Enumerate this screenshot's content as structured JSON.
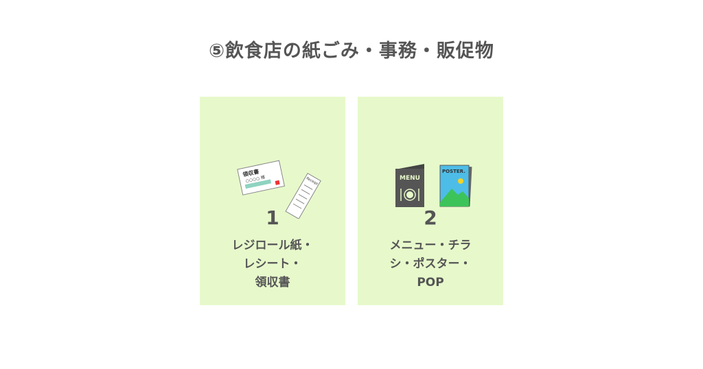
{
  "title": "⑤飲食店の紙ごみ・事務・販促物",
  "cards": [
    {
      "number": "1",
      "lines": [
        "レジロール紙・",
        "レシート・",
        "領収書"
      ],
      "illustration": {
        "icon": "receipt-icon",
        "lettering": [
          "領収書",
          "Receipt"
        ]
      }
    },
    {
      "number": "2",
      "lines": [
        "メニュー・チラ",
        "シ・ポスター・",
        "POP"
      ],
      "illustration": {
        "icon": "menu-poster-icon",
        "lettering": [
          "MENU",
          "POSTER."
        ]
      }
    }
  ],
  "colors": {
    "card_bg": "#e7f9cb",
    "text": "#555555",
    "menu": "#555555",
    "poster_sky": "#4dbde8",
    "poster_grass": "#3cc45a"
  }
}
